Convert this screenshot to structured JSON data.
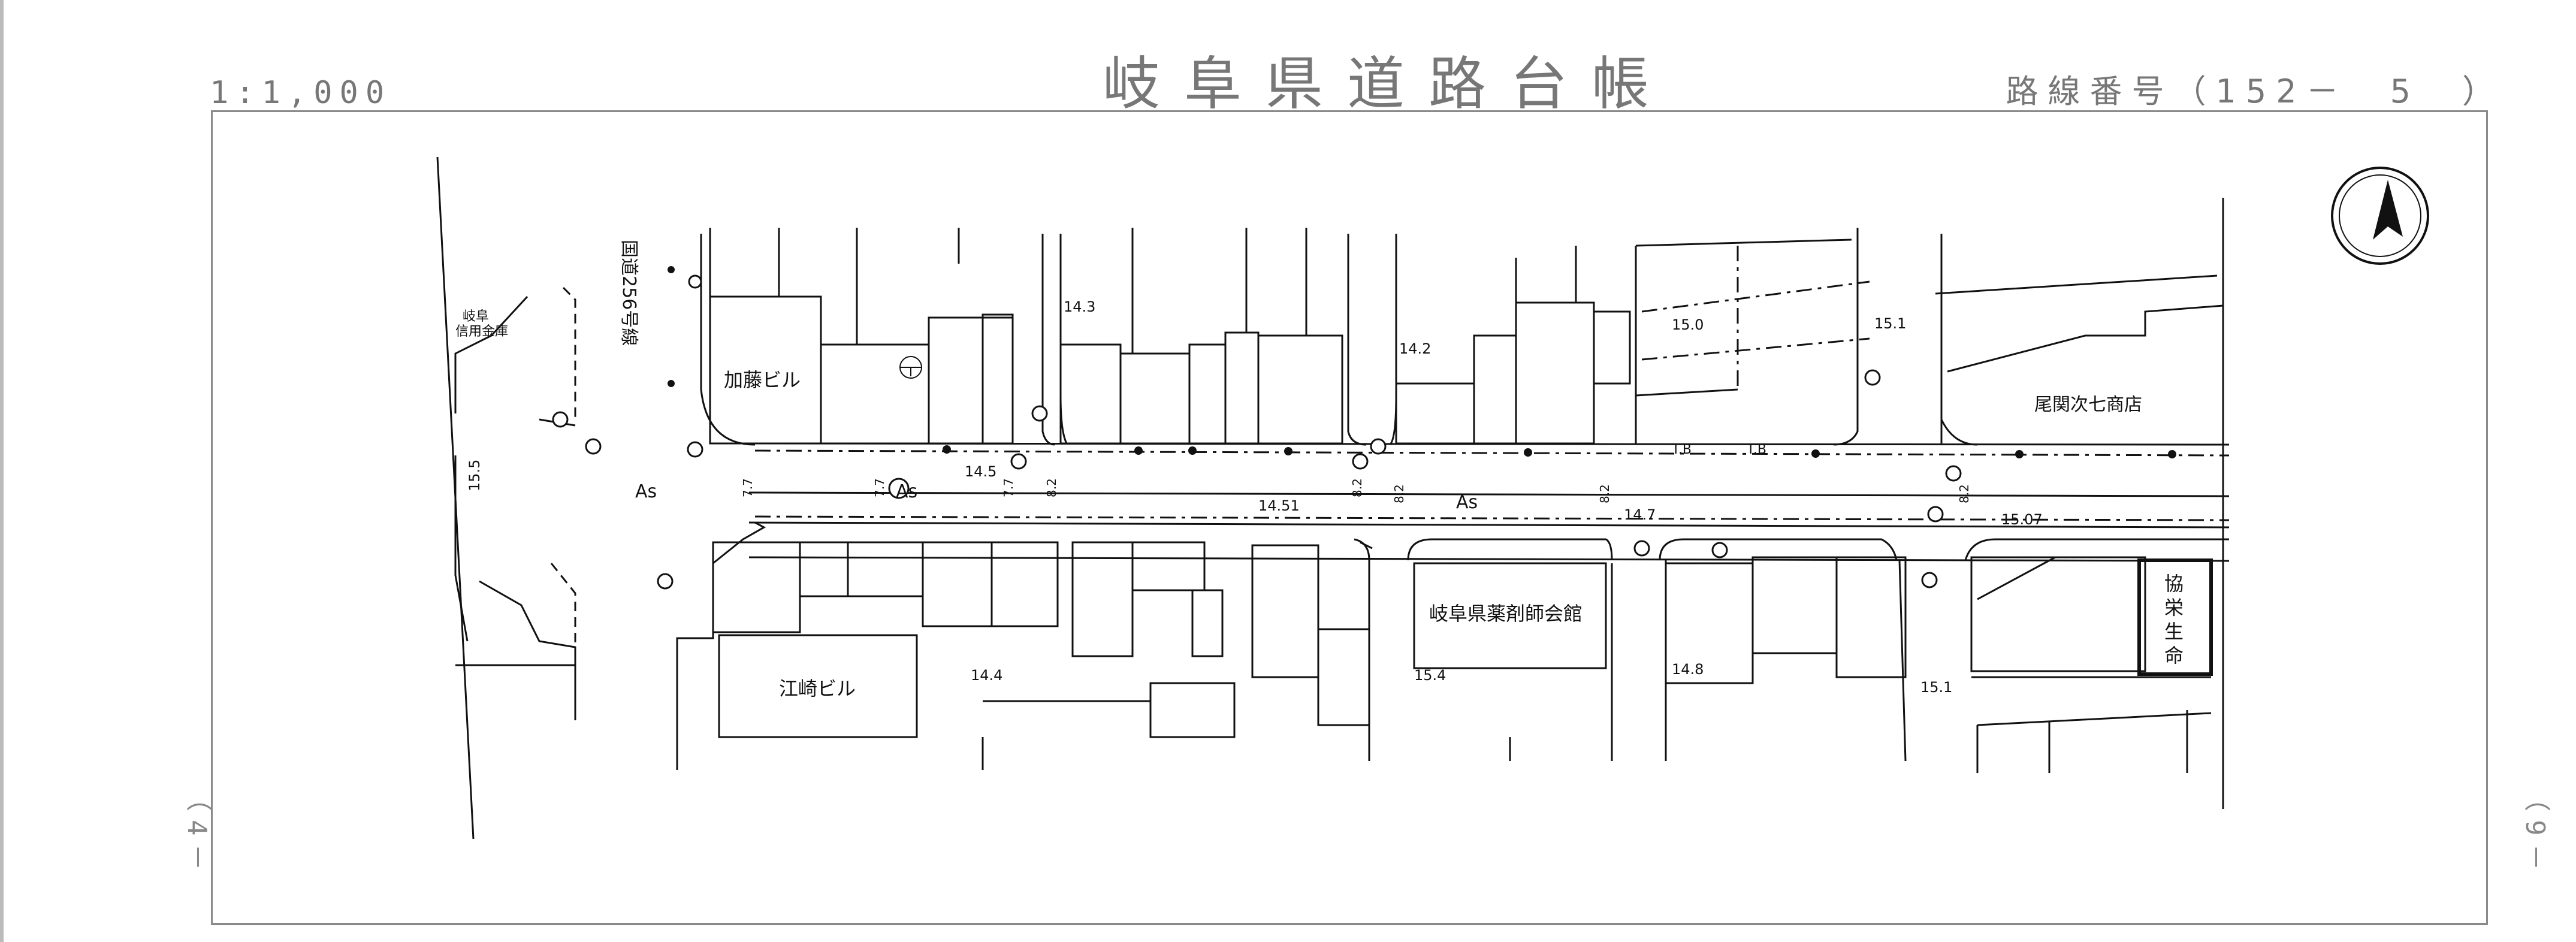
{
  "header": {
    "scale": "1:1,000",
    "title": "岐阜県道路台帳",
    "route": "路線番号（152－　5　）"
  },
  "side_marks": {
    "left": "（4－",
    "right": "（9－"
  },
  "map": {
    "north_arrow": "north-arrow-icon",
    "labels": {
      "kato_bldg": "加藤ビル",
      "ezaki_bldg": "江崎ビル",
      "yakuzaishi": "岐阜県薬剤師会館",
      "ozeki": "尾関次七商店",
      "kyoei_1": "協",
      "kyoei_2": "栄",
      "kyoei_3": "生",
      "kyoei_4": "命",
      "shinkin_1": "岐阜",
      "shinkin_2": "信用金庫",
      "kokudo": "国道256号線",
      "as_1": "As",
      "as_2": "As",
      "as_3": "As"
    },
    "measurements": {
      "m_15_5": "15.5",
      "m_14_3": "14.3",
      "m_14_2": "14.2",
      "m_15_0": "15.0",
      "m_15_1a": "15.1",
      "m_14_5": "14.5",
      "m_14_51": "14.51",
      "m_14_7": "14.7",
      "m_15_07": "15.07",
      "m_14_4": "14.4",
      "m_15_4": "15.4",
      "m_14_8": "14.8",
      "m_15_1b": "15.1",
      "w_7_7a": "7.7",
      "w_7_7b": "7.7",
      "w_7_7c": "7.7",
      "w_8_2a": "8.2",
      "w_8_2b": "8.2",
      "w_8_2c": "8.2",
      "w_8_2d": "8.2",
      "w_8_2e": "8.2",
      "tb_1": "T.B",
      "tb_2": "T.B"
    }
  }
}
